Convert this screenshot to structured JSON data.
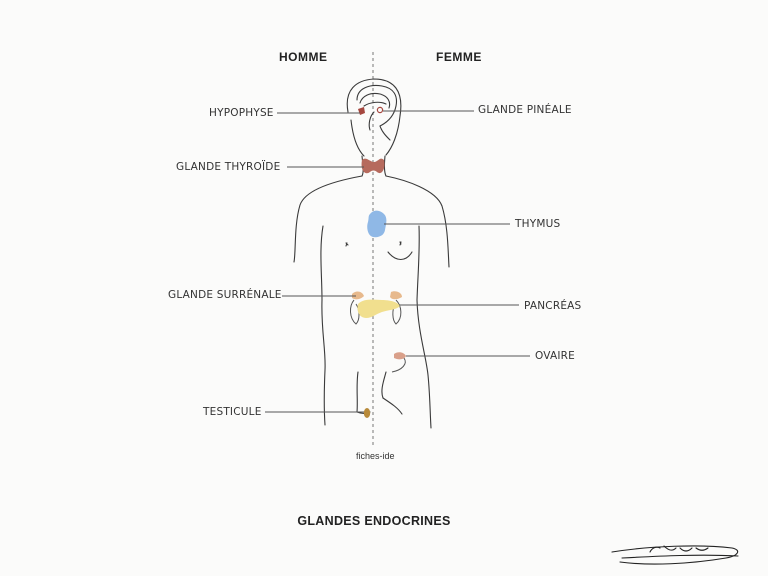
{
  "headers": {
    "left": "HOMME",
    "right": "FEMME"
  },
  "labels": {
    "hypophyse": "HYPOPHYSE",
    "thyroide": "GLANDE THYROÏDE",
    "surrenale": "GLANDE SURRÉNALE",
    "testicule": "TESTICULE",
    "pineale": "GLANDE PINÉALE",
    "thymus": "THYMUS",
    "pancreas": "PANCRÉAS",
    "ovaire": "OVAIRE"
  },
  "credit": "fiches-ide",
  "title": "GLANDES ENDOCRINES",
  "signature": "Léona",
  "colors": {
    "outline": "#3a3a3a",
    "leader_line": "#555555",
    "thyroid": "#b66a5d",
    "thymus": "#8fb8e6",
    "pancreas": "#f1df8e",
    "adrenal": "#e7b98c",
    "pituitary": "#a5473f",
    "ovary": "#d9a08a",
    "testicle": "#b88a3a"
  }
}
